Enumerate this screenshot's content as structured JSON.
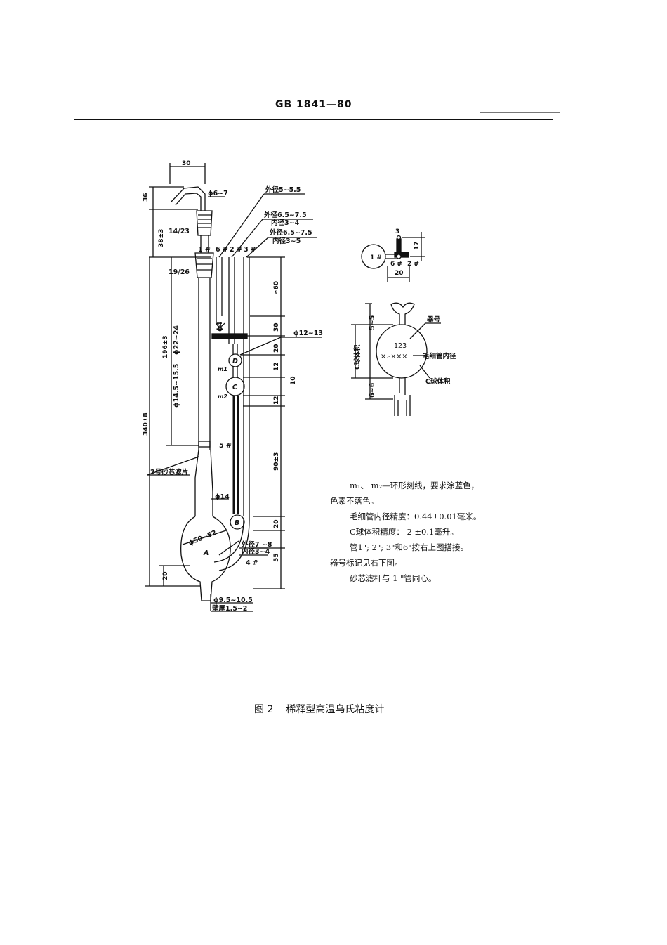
{
  "header": {
    "standard_code": "GB 1841—80"
  },
  "left_diagram": {
    "dims": [
      "30",
      "36",
      "38±3",
      "196±3",
      "340±8",
      "20",
      "≈60",
      "30",
      "20",
      "12",
      "12",
      "10",
      "90±3",
      "20",
      "55"
    ],
    "labels": {
      "phi6_7": "ϕ6~7",
      "od5_5_5": "外径5~5.5",
      "od6_5_7_5a": "外径6.5~7.5",
      "id3_4a": "内径3~4",
      "od6_5_7_5b": "外径6.5~7.5",
      "id3_5": "内径3~5",
      "joint14_23": "14/23",
      "joint19_26": "19/26",
      "tube1": "1 #",
      "tube6": "6 #",
      "tube2": "2 #",
      "tube3": "3 #",
      "phi22_24": "ϕ22~24",
      "phi14_5_15_5": "ϕ14.5~15.5",
      "phi4": "ϕ4",
      "phi12_13": "ϕ12~13",
      "bulb_d": "D",
      "bulb_c": "C",
      "mark_m1": "m1",
      "mark_m2": "m2",
      "tube5": "5 #",
      "filter": "2号砂芯滤片",
      "phi14": "ϕ14",
      "bulb_b": "B",
      "phi50_52": "ϕ50~52",
      "bulb_a": "A",
      "od7_8": "外径7 ~8",
      "id3_4b": "内径3~4",
      "tube4": "4 #",
      "phi9_5_10_5": "ϕ9.5~10.5",
      "wall": "壁厚1.5~2"
    }
  },
  "top_view": {
    "labels": {
      "t1": "1 #",
      "t3": "3",
      "t6": "6 #",
      "t2": "2 #",
      "dim20": "20",
      "dim17": "17"
    }
  },
  "bulb_detail": {
    "labels": {
      "dim_top": "5~5",
      "dim_bottom": "6~6",
      "side": "C球体积",
      "serial": "器号",
      "number": "123",
      "code": "×.-×××",
      "cap_id": "毛细管内径",
      "c_vol": "C球体积"
    }
  },
  "notes": [
    "m₁、 m₂—环形刻线，要求涂蓝色，",
    "色素不落色。",
    "毛细管内径精度：0.44±0.01毫米。",
    "C球体积精度： 2 ±0.1毫升。",
    "管1\"; 2\"; 3\"和6\"按右上图搭接。",
    "器号标记见右下图。",
    "砂芯滤杆与 1 \"管同心。"
  ],
  "caption": {
    "figure_no": "图 2",
    "title": "稀释型高温乌氏粘度计"
  }
}
